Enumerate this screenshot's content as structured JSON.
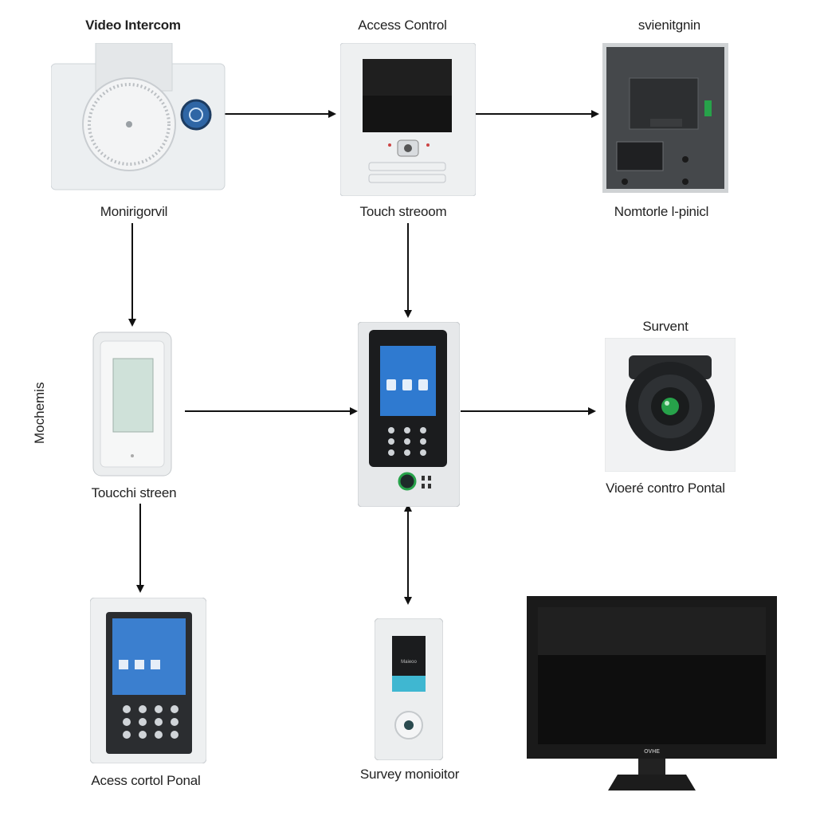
{
  "labels": {
    "video_intercom": "Video Intercom",
    "access_control": "Access Control",
    "svienitgnin": "svienitgnin",
    "monirigorvil": "Monirigorvil",
    "touch_streoom": "Touch streoom",
    "nomtorle_pinicl": "Nomtorle l-pinicl",
    "survent": "Survent",
    "touchi_streen": "Toucchi streen",
    "vioer_contro_pontal": "Vioeré contro Pontal",
    "side_label": "Mochemis",
    "acess_cortol_ponal": "Acess cortol Ponal",
    "survey_monioitor": "Survey monioitor"
  },
  "device_text": {
    "monitor_brand": "OVHE",
    "small_screen_text": "Maieoo"
  },
  "colors": {
    "line": "#111111",
    "device_white": "#eef0f1",
    "screen_dark": "#141414",
    "screen_blue": "#2f7ad0",
    "accent_green": "#27a24a",
    "accent_teal": "#3fb7d1"
  }
}
